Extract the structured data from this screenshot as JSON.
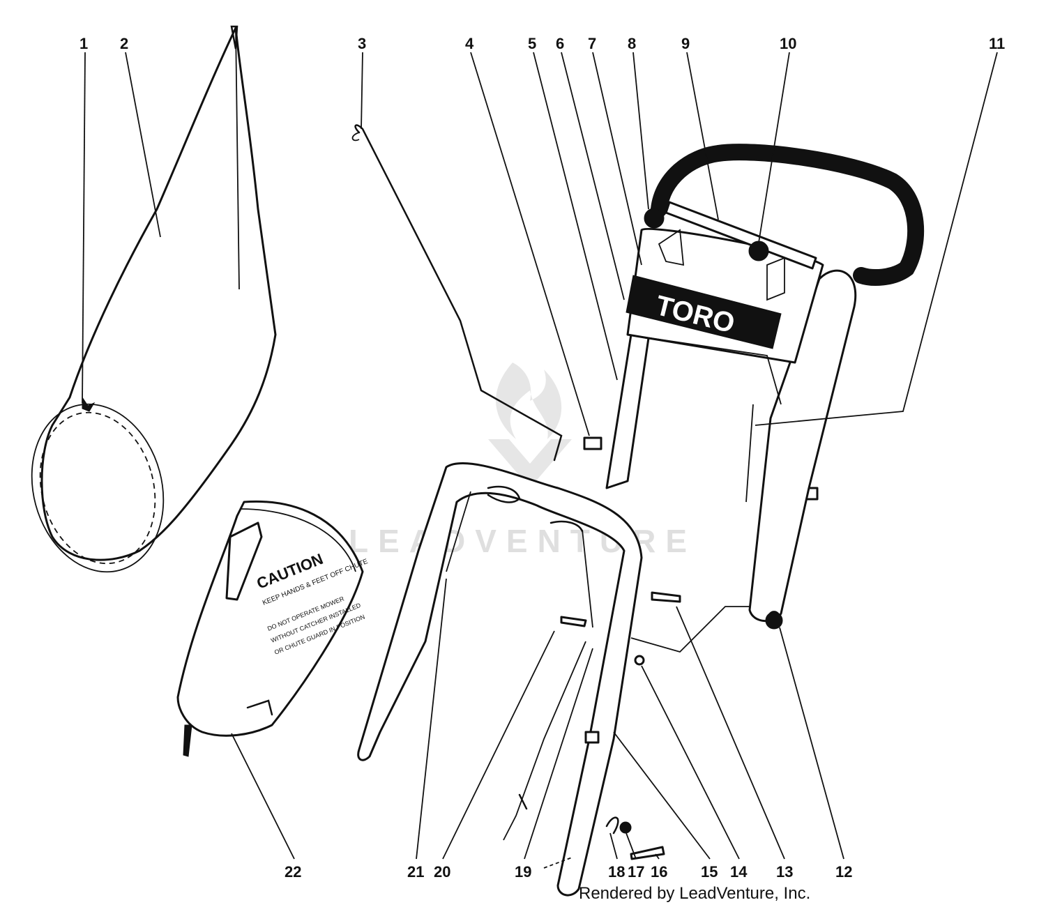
{
  "brand_panel": {
    "text": "TORO"
  },
  "decal_22": {
    "title": "CAUTION",
    "lines": [
      "KEEP HANDS & FEET OFF CHUTE",
      "DO NOT OPERATE MOWER",
      "WITHOUT CATCHER INSTALLED",
      "OR CHUTE GUARD IN POSITION"
    ]
  },
  "watermark": {
    "text": "LEADVENTURE"
  },
  "credit": {
    "text": "Rendered by LeadVenture, Inc."
  },
  "callouts": [
    {
      "id": "1",
      "label": "1"
    },
    {
      "id": "2",
      "label": "2"
    },
    {
      "id": "3",
      "label": "3"
    },
    {
      "id": "4",
      "label": "4"
    },
    {
      "id": "5",
      "label": "5"
    },
    {
      "id": "6",
      "label": "6"
    },
    {
      "id": "7",
      "label": "7"
    },
    {
      "id": "8",
      "label": "8"
    },
    {
      "id": "9",
      "label": "9"
    },
    {
      "id": "10",
      "label": "10"
    },
    {
      "id": "11",
      "label": "11"
    },
    {
      "id": "12",
      "label": "12"
    },
    {
      "id": "13",
      "label": "13"
    },
    {
      "id": "14",
      "label": "14"
    },
    {
      "id": "15",
      "label": "15"
    },
    {
      "id": "16",
      "label": "16"
    },
    {
      "id": "17",
      "label": "17"
    },
    {
      "id": "18",
      "label": "18"
    },
    {
      "id": "19",
      "label": "19"
    },
    {
      "id": "20",
      "label": "20"
    },
    {
      "id": "21",
      "label": "21"
    },
    {
      "id": "22",
      "label": "22"
    }
  ],
  "colors": {
    "ink": "#111111",
    "paper": "#ffffff",
    "watermark": "#dcdcdc"
  }
}
